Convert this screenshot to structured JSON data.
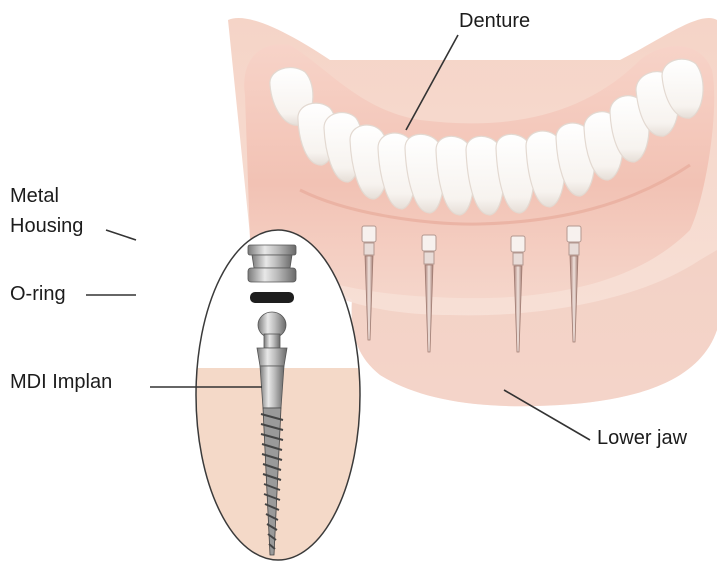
{
  "labels": {
    "denture": "Denture",
    "metal_housing_line1": "Metal",
    "metal_housing_line2": "Housing",
    "o_ring": "O-ring",
    "mdi_implant": "MDI Implan",
    "lower_jaw": "Lower jaw"
  },
  "colors": {
    "gum": "#f4c9bd",
    "gum_shadow": "#e8aea0",
    "jaw_bone": "#f3d7cc",
    "tooth": "#ffffff",
    "tooth_shadow": "#e9e2dc",
    "bone_inset": "#f4d9c8",
    "metal": "#b8b8b8",
    "metal_dark": "#6e6e6e",
    "o_ring": "#1e1e1e",
    "leader_line": "#333333"
  },
  "icons": [
    "denture-arch",
    "mini-dental-implant",
    "metal-housing",
    "o-ring"
  ]
}
